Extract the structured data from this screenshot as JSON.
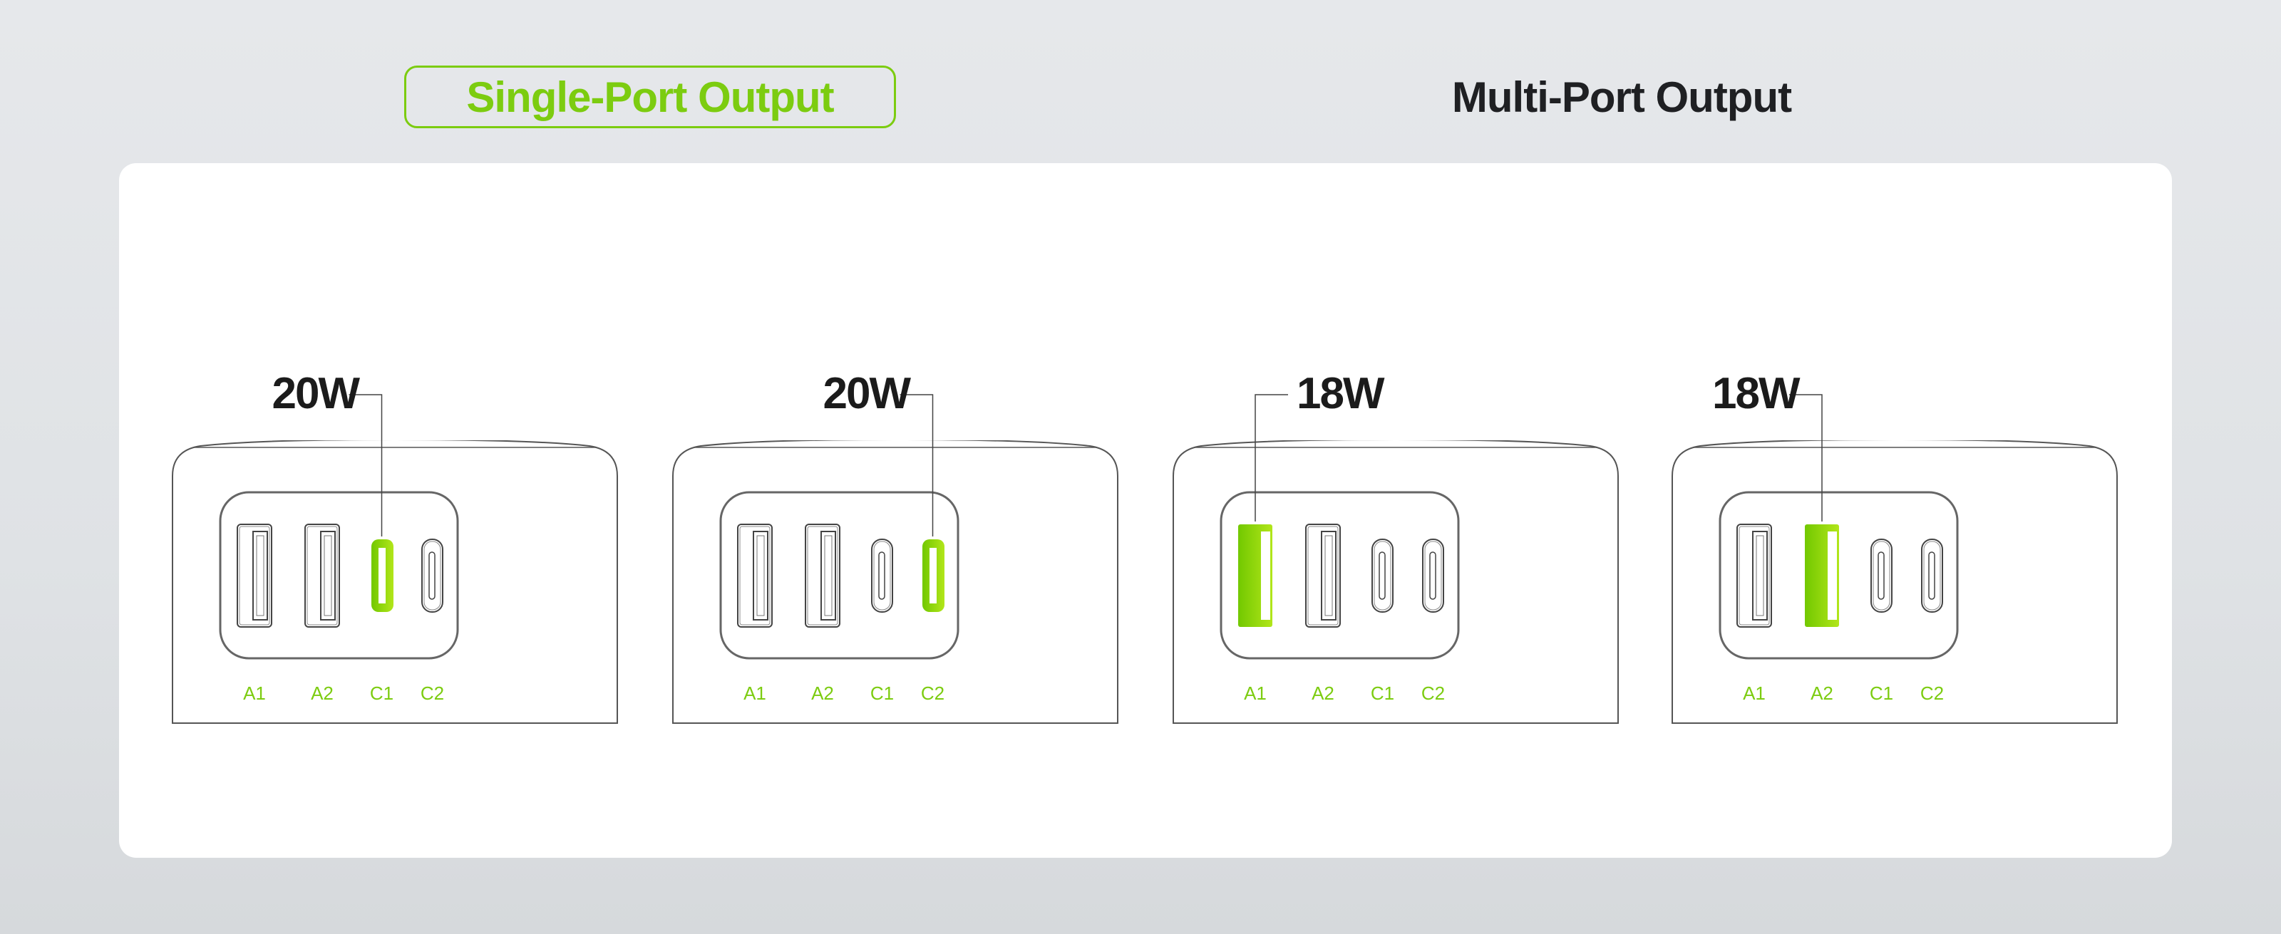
{
  "tabs": {
    "single": {
      "label": "Single-Port Output",
      "active": true
    },
    "multi": {
      "label": "Multi-Port Output",
      "active": false
    }
  },
  "colors": {
    "accent": "#7ccc10",
    "text": "#1f2023",
    "line": "#444444"
  },
  "port_names": [
    "A1",
    "A2",
    "C1",
    "C2"
  ],
  "chargers": [
    {
      "watt": "20W",
      "highlight": "C1",
      "label_side": "left"
    },
    {
      "watt": "20W",
      "highlight": "C2",
      "label_side": "left"
    },
    {
      "watt": "18W",
      "highlight": "A1",
      "label_side": "right"
    },
    {
      "watt": "18W",
      "highlight": "A2",
      "label_side": "left"
    }
  ]
}
